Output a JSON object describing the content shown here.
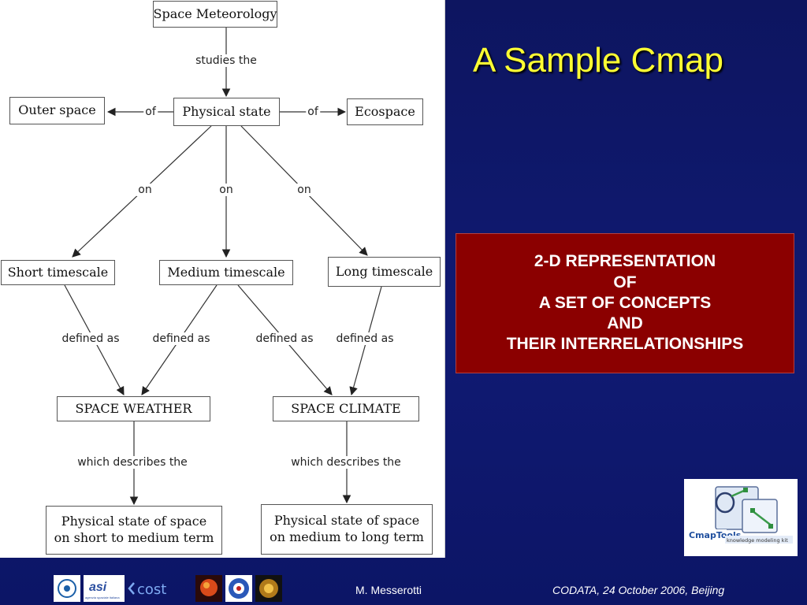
{
  "slide": {
    "title": "A Sample Cmap",
    "box_lines": [
      "2-D REPRESENTATION",
      "OF",
      "A SET OF CONCEPTS",
      "AND",
      "THEIR INTERRELATIONSHIPS"
    ],
    "footer_author": "M. Messerotti",
    "footer_event": "CODATA, 24 October 2006, Beijing",
    "colors": {
      "background": "#101a73",
      "title": "#ffff33",
      "box": "#8b0000"
    }
  },
  "cmap": {
    "concepts": {
      "space_meteorology": "Space Meteorology",
      "physical_state": "Physical state",
      "outer_space": "Outer space",
      "ecospace": "Ecospace",
      "short_timescale": "Short timescale",
      "medium_timescale": "Medium timescale",
      "long_timescale": "Long timescale",
      "space_weather": "SPACE WEATHER",
      "space_climate": "SPACE CLIMATE",
      "phys_short": "Physical state of space\non short to medium term",
      "phys_long": "Physical state of space\non medium to long term"
    },
    "links": {
      "studies": "studies the",
      "of_left": "of",
      "of_right": "of",
      "on_1": "on",
      "on_2": "on",
      "on_3": "on",
      "def_1": "defined as",
      "def_2": "defined as",
      "def_3": "defined as",
      "def_4": "defined as",
      "desc_1": "which describes the",
      "desc_2": "which describes the"
    }
  },
  "logo": {
    "brand": "CmapTools",
    "tagline": "knowledge modeling kit"
  },
  "footer_logos": [
    "logo-1",
    "asi",
    "cost",
    "logo-4",
    "logo-5",
    "logo-6"
  ],
  "footer_logo_text": {
    "asi": "asi",
    "asi_sub": "agenzia spaziale italiana",
    "cost": "cost"
  }
}
